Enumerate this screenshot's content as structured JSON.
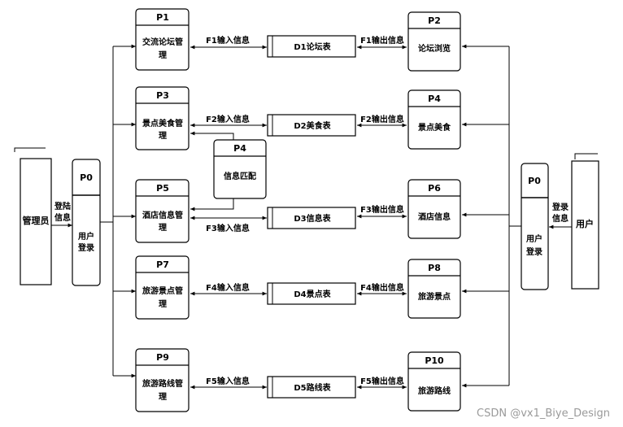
{
  "entities": {
    "admin": {
      "label": "管理员"
    },
    "user": {
      "label": "用户"
    }
  },
  "left_login": {
    "id": "P0",
    "line1": "用户",
    "line2": "登录",
    "flow_line1": "登陆",
    "flow_line2": "信息"
  },
  "right_login": {
    "id": "P0",
    "line1": "用户",
    "line2": "登录",
    "flow_line1": "登录",
    "flow_line2": "信息"
  },
  "rows": [
    {
      "left": {
        "id": "P1",
        "line1": "交流论坛管",
        "line2": "理"
      },
      "store": {
        "id": "D1",
        "label": "D1论坛表"
      },
      "in_flow": "F1输入信息",
      "out_flow": "F1输出信息",
      "right": {
        "id": "P2",
        "line1": "论坛浏览"
      }
    },
    {
      "left": {
        "id": "P3",
        "line1": "景点美食管",
        "line2": "理"
      },
      "store": {
        "id": "D2",
        "label": "D2美食表"
      },
      "in_flow": "F2输入信息",
      "out_flow": "F2输出信息",
      "right": {
        "id": "P4",
        "line1": "景点美食"
      }
    },
    {
      "left": {
        "id": "P5",
        "line1": "酒店信息管",
        "line2": "理"
      },
      "store": {
        "id": "D3",
        "label": "D3信息表"
      },
      "in_flow": "F3输入信息",
      "out_flow": "F3输出信息",
      "right": {
        "id": "P6",
        "line1": "酒店信息"
      }
    },
    {
      "left": {
        "id": "P7",
        "line1": "旅游景点管",
        "line2": "理"
      },
      "store": {
        "id": "D4",
        "label": "D4景点表"
      },
      "in_flow": "F4输入信息",
      "out_flow": "F4输出信息",
      "right": {
        "id": "P8",
        "line1": "旅游景点"
      }
    },
    {
      "left": {
        "id": "P9",
        "line1": "旅游路线管",
        "line2": "理"
      },
      "store": {
        "id": "D5",
        "label": "D5路线表"
      },
      "in_flow": "F5输入信息",
      "out_flow": "F5输出信息",
      "right": {
        "id": "P10",
        "line1": "旅游路线"
      }
    }
  ],
  "match_process": {
    "id": "P4",
    "label": "信息匹配"
  },
  "watermark": "CSDN @vx1_Biye_Design"
}
